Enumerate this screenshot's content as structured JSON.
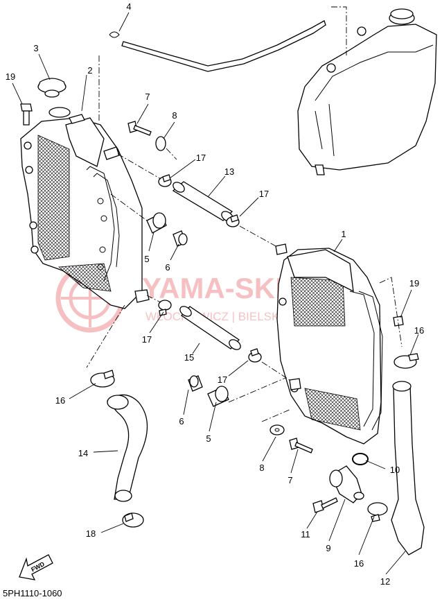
{
  "diagram": {
    "code": "5PH1110-1060",
    "fwd_label": "FWD",
    "watermark": {
      "main": "YAMA-SKLEP.PL",
      "sub": "WŁOCHOWICZ | BIELSKO-BIAŁA",
      "color": "#e2222c"
    },
    "callouts": [
      "1",
      "2",
      "3",
      "4",
      "5",
      "5",
      "6",
      "6",
      "7",
      "7",
      "8",
      "8",
      "9",
      "10",
      "11",
      "12",
      "13",
      "14",
      "15",
      "16",
      "16",
      "16",
      "17",
      "17",
      "17",
      "17",
      "18",
      "19",
      "19"
    ]
  }
}
